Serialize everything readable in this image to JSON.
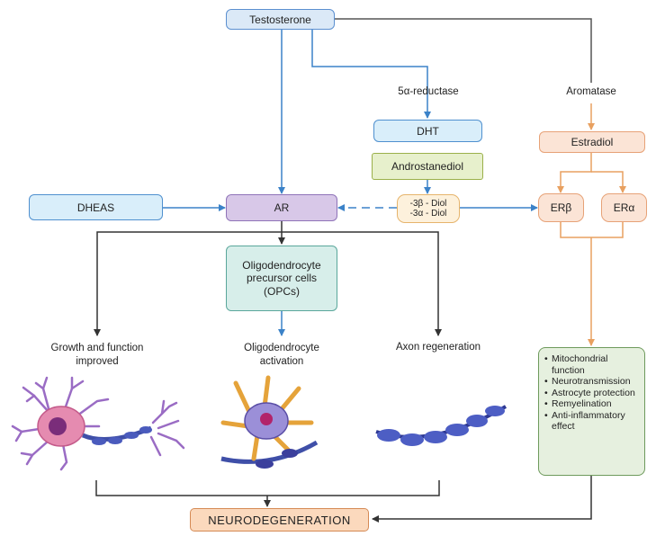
{
  "nodes": {
    "testosterone": "Testosterone",
    "dht": "DHT",
    "androstanediol": "Androstanediol",
    "estradiol": "Estradiol",
    "dheas": "DHEAS",
    "ar": "AR",
    "diol_beta": "-3β - Diol",
    "diol_alpha": "-3α - Diol",
    "er_beta": "ERβ",
    "er_alpha": "ERα",
    "opcs": "Oligodendrocyte precursor cells (OPCs)",
    "neurodegeneration": "NEURODEGENERATION"
  },
  "enzymes": {
    "reductase": "5α-reductase",
    "aromatase": "Aromatase"
  },
  "outcomes": {
    "growth": "Growth and function improved",
    "activation": "Oligodendrocyte activation",
    "axon": "Axon regeneration"
  },
  "effects": [
    "Mitochondrial function",
    "Neurotransmission",
    "Astrocyte protection",
    "Remyelination",
    "Anti-inflammatory effect"
  ],
  "colors": {
    "blue_arrow": "#3b82c8",
    "orange_arrow": "#e8a060",
    "dark_arrow": "#333333"
  }
}
